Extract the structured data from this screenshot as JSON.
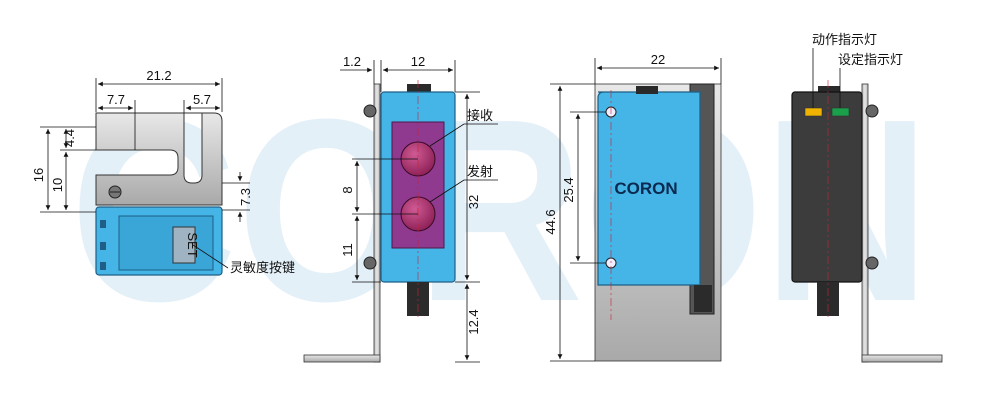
{
  "watermark": "CORON",
  "brand_label": "CORON",
  "set_button_label": "SET",
  "callouts": {
    "sensitivity_button": "灵敏度按键",
    "receiver": "接收",
    "emitter": "发射",
    "action_indicator": "动作指示灯",
    "setting_indicator": "设定指示灯"
  },
  "dimensions": {
    "top_width": "21.2",
    "top_left_offset": "7.7",
    "top_right_offset": "5.7",
    "top_height": "16",
    "top_slot_depth": "4.4",
    "top_slot_width": "10",
    "top_lower": "7.3",
    "front_thickness": "1.2",
    "front_width": "12",
    "lens_pitch": "8",
    "front_height": "32",
    "bottom_offset": "11",
    "cable_length": "12.4",
    "side_width": "22",
    "mount_pitch": "25.4",
    "total_height": "44.6"
  },
  "colors": {
    "sensor_body": "#45b4e6",
    "window": "#8f3a8f",
    "lens": "#b0306e",
    "metal": "#c9c9c9",
    "dark_body": "#3c3c3c",
    "led_action": "#f0b400",
    "led_setting": "#1a9f4a"
  }
}
